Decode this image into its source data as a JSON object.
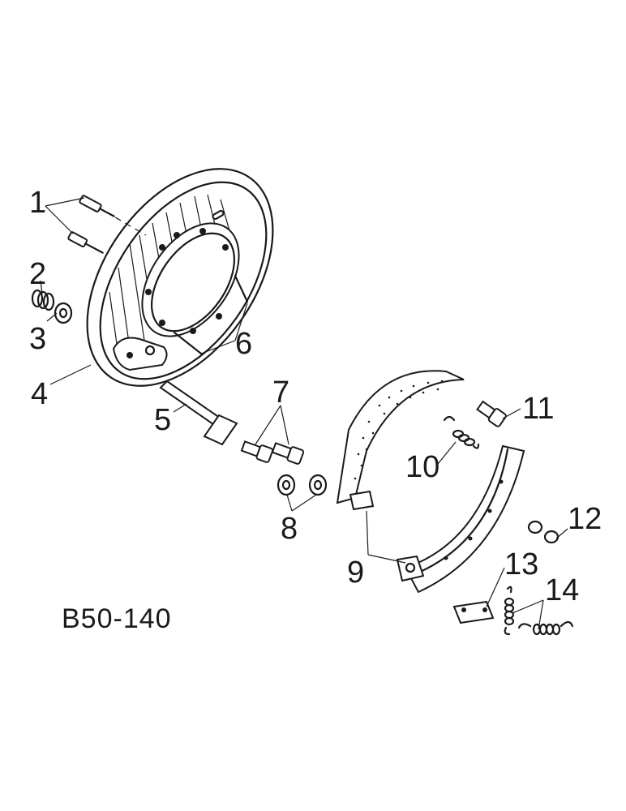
{
  "diagram": {
    "code": "B50-140",
    "callouts": [
      {
        "id": "1",
        "label": "1"
      },
      {
        "id": "2",
        "label": "2"
      },
      {
        "id": "3",
        "label": "3"
      },
      {
        "id": "4",
        "label": "4"
      },
      {
        "id": "5",
        "label": "5"
      },
      {
        "id": "6",
        "label": "6"
      },
      {
        "id": "7",
        "label": "7"
      },
      {
        "id": "8",
        "label": "8"
      },
      {
        "id": "9",
        "label": "9"
      },
      {
        "id": "10",
        "label": "10"
      },
      {
        "id": "11",
        "label": "11"
      },
      {
        "id": "12",
        "label": "12"
      },
      {
        "id": "13",
        "label": "13"
      },
      {
        "id": "14",
        "label": "14"
      }
    ]
  }
}
